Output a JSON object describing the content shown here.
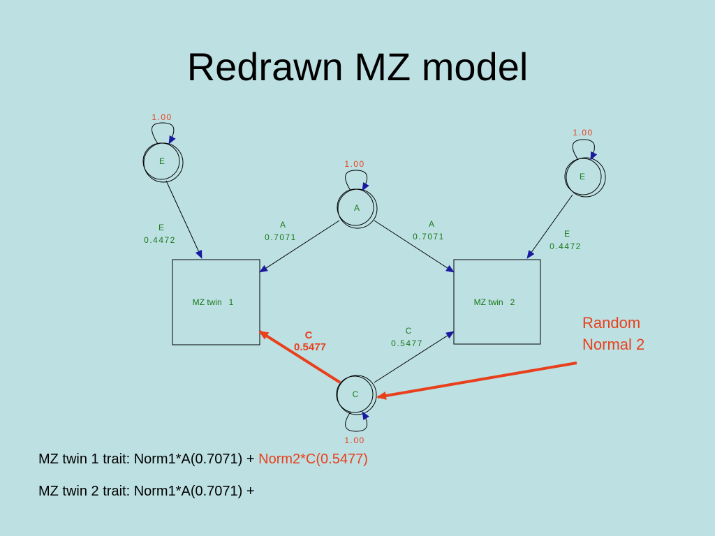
{
  "title": "Redrawn MZ model",
  "nodes": {
    "e1": {
      "label": "E",
      "variance": "1.00"
    },
    "e2": {
      "label": "E",
      "variance": "1.00"
    },
    "a": {
      "label": "A",
      "variance": "1.00"
    },
    "c": {
      "label": "C",
      "variance": "1.00"
    },
    "twin1": {
      "label": "MZ twin   1"
    },
    "twin2": {
      "label": "MZ twin   2"
    }
  },
  "paths": {
    "e1_twin1": {
      "label": "E",
      "value": "0.4472"
    },
    "e2_twin2": {
      "label": "E",
      "value": "0.4472"
    },
    "a_twin1": {
      "label": "A",
      "value": "0.7071"
    },
    "a_twin2": {
      "label": "A",
      "value": "0.7071"
    },
    "c_twin1": {
      "label": "C",
      "value": "0.5477"
    },
    "c_twin2": {
      "label": "C",
      "value": "0.5477"
    }
  },
  "annotation": {
    "line1": "Random",
    "line2": "Normal 2"
  },
  "traits": {
    "twin1_prefix": "MZ twin 1 trait: Norm1*A(0.7071) +",
    "twin1_highlight": "Norm2*C(0.5477)",
    "twin2_prefix": "MZ twin 2 trait: Norm1*A(0.7071) +"
  },
  "colors": {
    "background": "#bde0e3",
    "variance_label": "#e8401c",
    "path_label": "#1a7a1a",
    "highlight": "#e8401c",
    "arrowhead": "#1a1aa0",
    "line": "#000000"
  }
}
